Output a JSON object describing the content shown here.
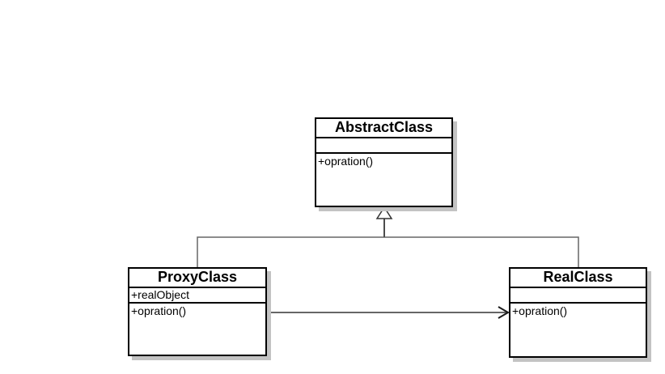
{
  "diagram": {
    "type": "uml-class-diagram",
    "classes": [
      {
        "name": "AbstractClass",
        "attributes": [],
        "methods": [
          "+opration()"
        ]
      },
      {
        "name": "ProxyClass",
        "attributes": [
          "+realObject"
        ],
        "methods": [
          "+opration()"
        ]
      },
      {
        "name": "RealClass",
        "attributes": [],
        "methods": [
          "+opration()"
        ]
      }
    ],
    "relationships": [
      {
        "type": "generalization",
        "from": "ProxyClass",
        "to": "AbstractClass"
      },
      {
        "type": "generalization",
        "from": "RealClass",
        "to": "AbstractClass"
      },
      {
        "type": "directed-association",
        "from": "ProxyClass",
        "to": "RealClass"
      }
    ],
    "colors": {
      "background": "#ffffff",
      "box_fill": "#ffffff",
      "box_border": "#000000",
      "box_shadow": "#c3c3c3",
      "connector": "#666666",
      "inheritance_outline": "#333333",
      "arrowhead": "#1a1a1a",
      "text": "#000000"
    }
  }
}
